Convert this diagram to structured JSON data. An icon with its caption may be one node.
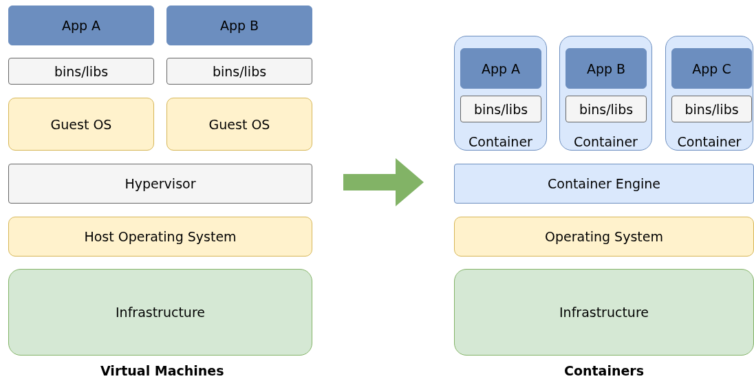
{
  "diagram": {
    "nodes": [
      {
        "text": [
          "App A"
        ]
      },
      {
        "text": [
          "App B"
        ]
      },
      {
        "text": [
          "bins/libs"
        ]
      },
      {
        "text": [
          "bins/libs"
        ]
      },
      {
        "text": [
          "Guest OS"
        ]
      },
      {
        "text": [
          "Guest OS"
        ]
      },
      {
        "text": [
          "Hypervisor"
        ]
      },
      {
        "text": [
          "Host Operating System"
        ]
      },
      {
        "text": [
          "Infrastructure"
        ]
      },
      {
        "text": [
          "Container"
        ]
      },
      {
        "text": [
          "App A"
        ],
        "in": 9
      },
      {
        "text": [
          "bins/libs"
        ],
        "in": 9
      },
      {
        "text": [
          "Container"
        ]
      },
      {
        "text": [
          "App B"
        ],
        "in": 12
      },
      {
        "text": [
          "bins/libs"
        ],
        "in": 12
      },
      {
        "text": [
          "Container"
        ]
      },
      {
        "text": [
          "App C"
        ],
        "in": 15
      },
      {
        "text": [
          "bins/libs"
        ],
        "in": 15
      },
      {
        "text": [
          "Container Engine"
        ]
      },
      {
        "text": [
          "Operating System"
        ]
      },
      {
        "text": [
          "Infrastructure"
        ]
      }
    ],
    "edges": [],
    "labels": [
      "Virtual Machines",
      "Containers"
    ]
  }
}
